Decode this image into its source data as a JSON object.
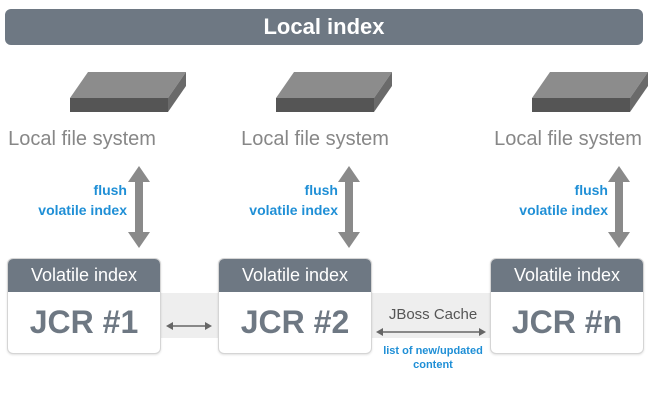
{
  "title": "Local index",
  "columns": [
    {
      "storage_label": "Local file system",
      "flush_line1": "flush",
      "flush_line2": "volatile index",
      "node_header": "Volatile index",
      "node_name": "JCR #1"
    },
    {
      "storage_label": "Local file system",
      "flush_line1": "flush",
      "flush_line2": "volatile index",
      "node_header": "Volatile index",
      "node_name": "JCR #2"
    },
    {
      "storage_label": "Local file system",
      "flush_line1": "flush",
      "flush_line2": "volatile index",
      "node_header": "Volatile index",
      "node_name": "JCR #n"
    }
  ],
  "cache": {
    "label": "JBoss Cache",
    "note_line1": "list of new/updated",
    "note_line2": "content"
  },
  "colors": {
    "banner": "#6e7883",
    "flush_text": "#1f8fd6",
    "arrow": "#8a8a8a",
    "disk": "#8c8c8c"
  }
}
